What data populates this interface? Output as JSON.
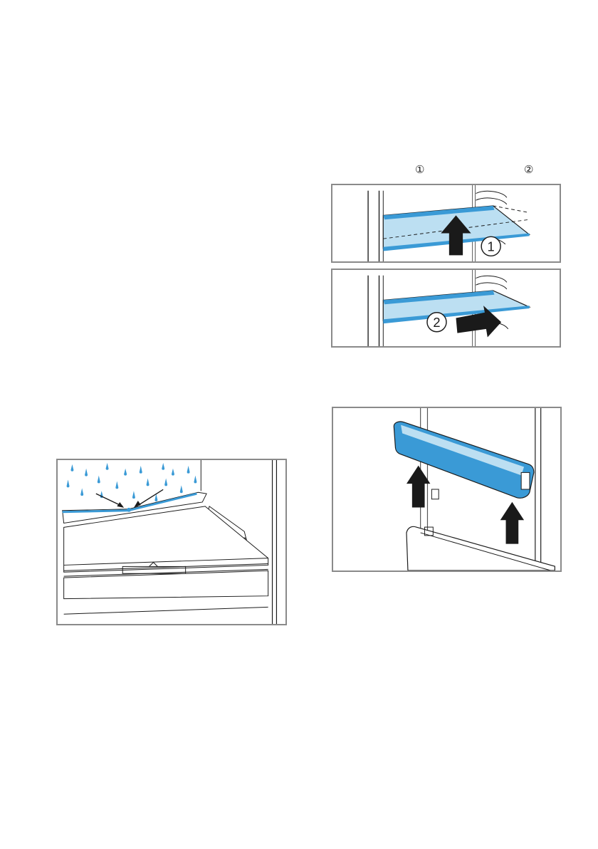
{
  "step_refs": [
    "①",
    "②"
  ],
  "callouts": {
    "lift": "1",
    "pull": "2"
  },
  "colors": {
    "frame_border": "#8a8a8a",
    "highlight_blue": "#3a9ad6",
    "glass_tint": "#bcdff2",
    "outline_dark": "#1a1a1a",
    "water_drop": "#3a9ad6"
  },
  "icons": [
    "arrow-up-icon",
    "arrow-right-icon",
    "water-drop-icon"
  ]
}
